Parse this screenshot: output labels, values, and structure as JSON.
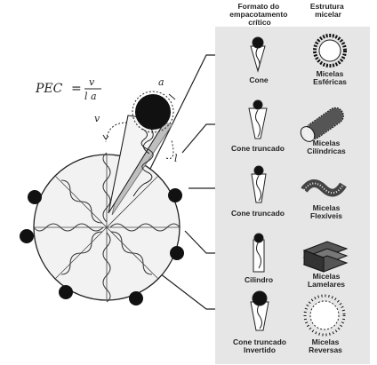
{
  "formula": {
    "lhs": "PEC",
    "equals": "=",
    "numerator": "v",
    "denominator": "l a"
  },
  "symbols": {
    "a": "a",
    "v": "v",
    "l": "l"
  },
  "headers": {
    "shape": "Formato do empacotamento crítico",
    "structure": "Estrutura micelar"
  },
  "rows": [
    {
      "shape": "Cone",
      "structure": "Micelas Esféricas"
    },
    {
      "shape": "Cone truncado",
      "structure": "Micelas Cilíndricas"
    },
    {
      "shape": "Cone truncado",
      "structure": "Micelas Flexíveis"
    },
    {
      "shape": "Cilindro",
      "structure": "Micelas Lamelares"
    },
    {
      "shape": "Cone truncado Invertido",
      "structure": "Micelas Reversas"
    }
  ],
  "colors": {
    "panel": "#e6e6e6",
    "ink": "#222222",
    "head": "#1a1a1a"
  }
}
